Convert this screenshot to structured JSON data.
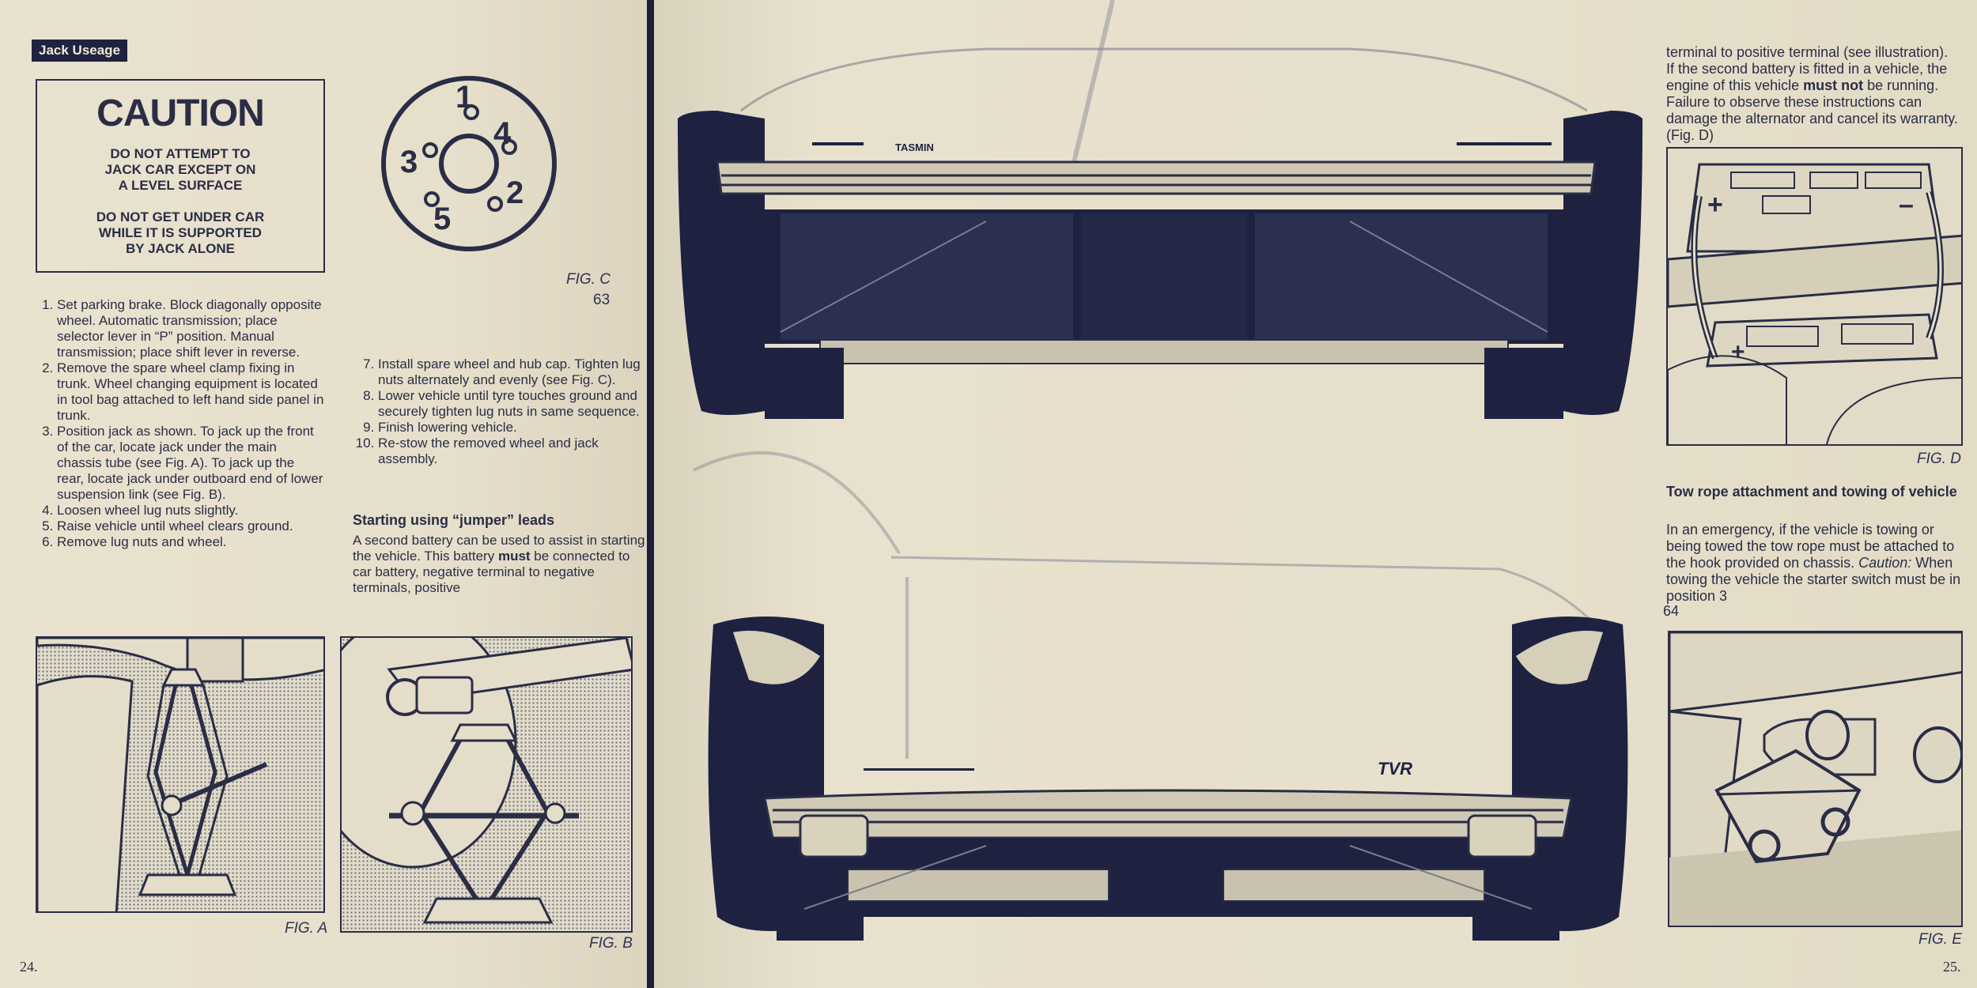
{
  "left_page": {
    "section_tag": "Jack Useage",
    "caution": {
      "title": "CAUTION",
      "lines": [
        "DO NOT ATTEMPT TO",
        "JACK CAR EXCEPT ON",
        "A LEVEL SURFACE",
        "DO NOT GET UNDER CAR",
        "WHILE IT IS SUPPORTED",
        "BY JACK ALONE"
      ]
    },
    "lug_sequence": [
      "1",
      "2",
      "3",
      "4",
      "5"
    ],
    "fig_c_label": "FIG. C",
    "fig_c_number": "63",
    "steps_part1": [
      "Set parking brake. Block diagonally opposite wheel. Automatic transmission; place selector lever in “P” position. Manual transmission; place shift lever in reverse.",
      "Remove the spare wheel clamp fixing in trunk. Wheel changing equipment is located in tool bag attached to left hand side panel in trunk.",
      "Position jack as shown. To jack up the front of the car, locate jack under the main chassis tube (see Fig. A). To jack up the rear, locate jack under outboard end of lower suspension link (see Fig. B).",
      "Loosen wheel lug nuts slightly.",
      "Raise vehicle until wheel clears ground.",
      "Remove lug nuts and wheel."
    ],
    "steps_part2": [
      "Install spare wheel and hub cap. Tighten lug nuts alternately and evenly (see Fig. C).",
      "Lower vehicle until tyre touches ground and securely tighten lug nuts in same sequence.",
      "Finish lowering vehicle.",
      "Re-stow the removed wheel and jack assembly."
    ],
    "jumper_heading": "Starting using “jumper” leads",
    "jumper_text_pre": "A second battery can be used to assist in starting the vehicle. This battery ",
    "jumper_text_bold": "must",
    "jumper_text_post": " be connected to car battery, negative terminal to negative terminals, positive",
    "fig_a_label": "FIG. A",
    "fig_b_label": "FIG. B",
    "page_number": "24."
  },
  "right_page": {
    "badge_rear": "TASMIN",
    "badge_front": "TVR",
    "top_text_pre": "terminal to positive terminal (see illustration). If the second battery is fitted in a vehicle, the engine of this vehicle ",
    "top_text_bold": "must not",
    "top_text_post": " be running. Failure to observe these instructions can damage the alternator and cancel its warranty. (Fig. D)",
    "battery_plus": "+",
    "battery_minus": "–",
    "fig_d_label": "FIG. D",
    "tow_heading": "Tow rope attachment and towing of vehicle",
    "tow_text": "In an emergency, if the vehicle is towing or being towed the tow rope must be attached to the hook provided on chassis.",
    "tow_caution_label": "Caution:",
    "tow_caution_text": " When towing the vehicle the starter switch must be in position 3",
    "tow_page_ref": "64",
    "fig_e_label": "FIG. E",
    "page_number": "25."
  },
  "colors": {
    "paper": "#e6dfcd",
    "ink": "#2a2d45",
    "gutter": "#1c1f3b",
    "car_ink": "#1e2240"
  }
}
